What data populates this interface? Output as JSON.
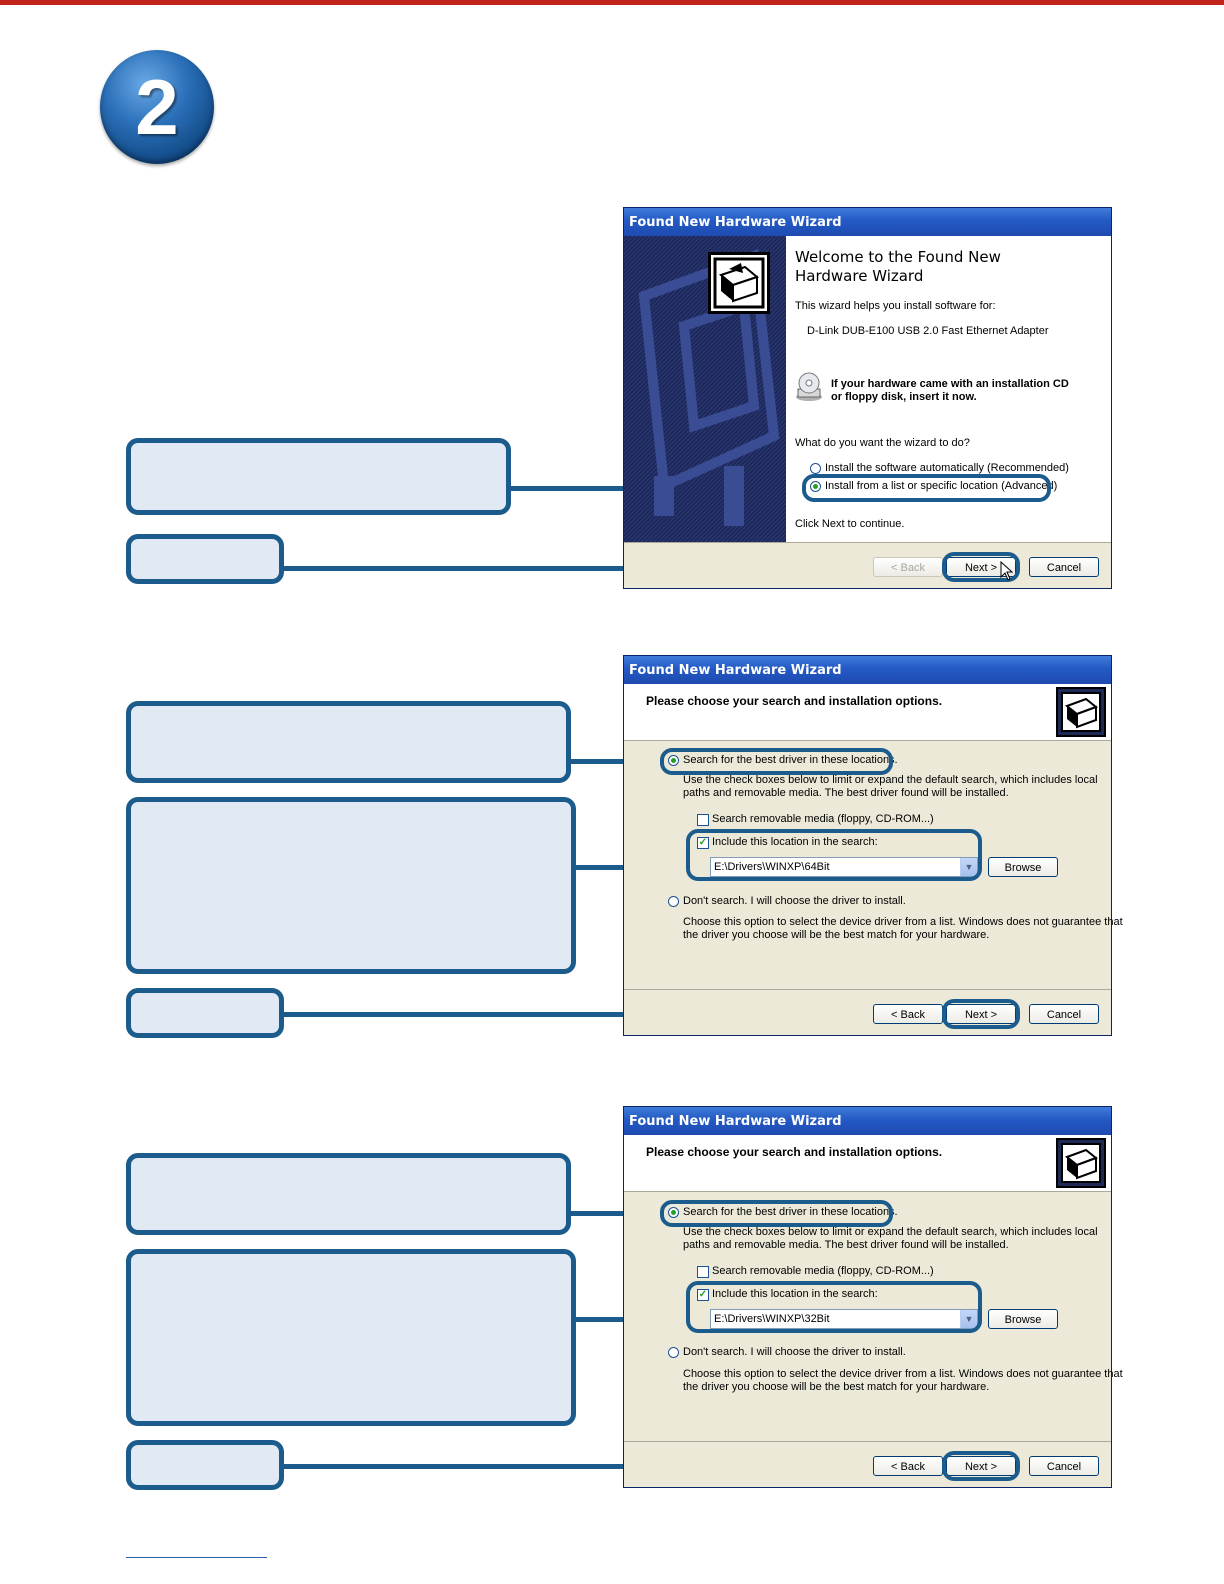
{
  "step_number": "2",
  "dialogs": [
    {
      "title": "Found New Hardware Wizard",
      "heading": "Welcome to the Found New Hardware Wizard",
      "intro": "This wizard helps you install software for:",
      "device": "D-Link DUB-E100 USB 2.0 Fast Ethernet Adapter",
      "cd_prompt_line1": "If your hardware came with an installation CD",
      "cd_prompt_line2": "or floppy disk, insert it now.",
      "question": "What do you want the wizard to do?",
      "option_auto": "Install the software automatically (Recommended)",
      "option_advanced": "Install from a list or specific location (Advanced)",
      "continue": "Click Next to continue.",
      "back": "< Back",
      "next": "Next >",
      "cancel": "Cancel"
    },
    {
      "title": "Found New Hardware Wizard",
      "heading": "Please choose your search and installation options.",
      "option_search": "Search for the best driver in these locations.",
      "search_desc_line1": "Use the check boxes below to limit or expand the default search, which includes local",
      "search_desc_line2": "paths and removable media. The best driver found will be installed.",
      "check_removable": "Search removable media (floppy, CD-ROM...)",
      "check_include": "Include this location in the search:",
      "path": "E:\\Drivers\\WINXP\\64Bit",
      "browse": "Browse",
      "option_dont": "Don't search. I will choose the driver to install.",
      "dont_desc_line1": "Choose this option to select the device driver from a list.  Windows does not guarantee that",
      "dont_desc_line2": "the driver you choose will be the best match for your hardware.",
      "back": "< Back",
      "next": "Next >",
      "cancel": "Cancel"
    },
    {
      "title": "Found New Hardware Wizard",
      "heading": "Please choose your search and installation options.",
      "option_search": "Search for the best driver in these locations.",
      "search_desc_line1": "Use the check boxes below to limit or expand the default search, which includes local",
      "search_desc_line2": "paths and removable media. The best driver found will be installed.",
      "check_removable": "Search removable media (floppy, CD-ROM...)",
      "check_include": "Include this location in the search:",
      "path": "E:\\Drivers\\WINXP\\32Bit",
      "browse": "Browse",
      "option_dont": "Don't search. I will choose the driver to install.",
      "dont_desc_line1": "Choose this option to select the device driver from a list.  Windows does not guarantee that",
      "dont_desc_line2": "the driver you choose will be the best match for your hardware.",
      "back": "< Back",
      "next": "Next >",
      "cancel": "Cancel"
    }
  ],
  "colors": {
    "accent": "#1c5c8c",
    "callout_fill": "#e1eaf4",
    "top_strip": "#c0241c"
  }
}
